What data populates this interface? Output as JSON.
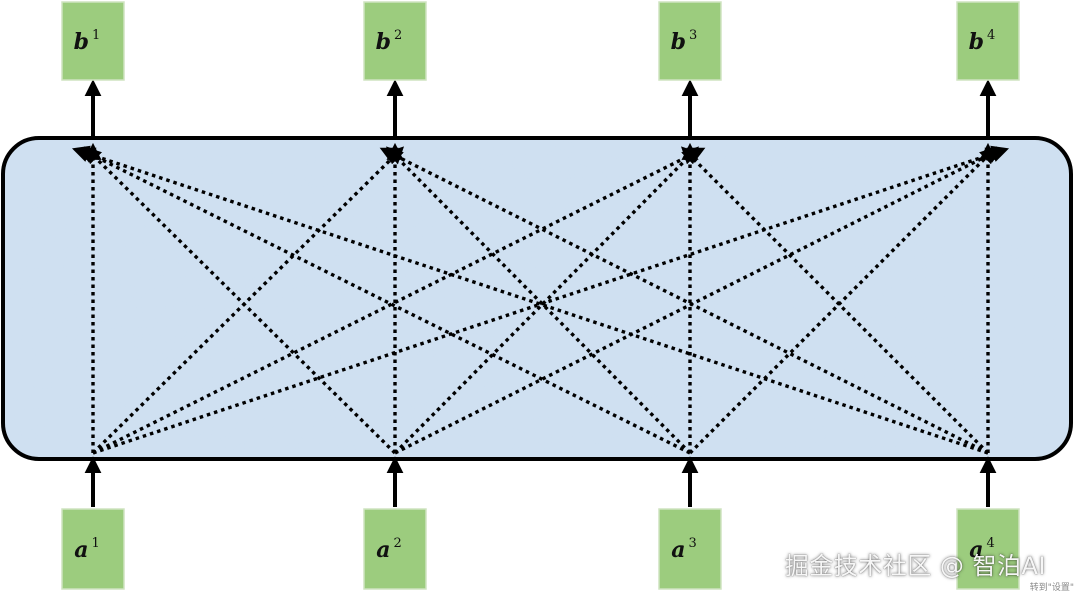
{
  "diagram": {
    "inputs": [
      {
        "base": "a",
        "sup": "1"
      },
      {
        "base": "a",
        "sup": "2"
      },
      {
        "base": "a",
        "sup": "3"
      },
      {
        "base": "a",
        "sup": "4"
      }
    ],
    "outputs": [
      {
        "base": "b",
        "sup": "1"
      },
      {
        "base": "b",
        "sup": "2"
      },
      {
        "base": "b",
        "sup": "3"
      },
      {
        "base": "b",
        "sup": "4"
      }
    ],
    "colors": {
      "node_fill": "#9ccc7e",
      "layer_fill": "#c9dcef",
      "edge": "#000000"
    },
    "connectivity": "all-to-all"
  },
  "watermark": {
    "text": "掘金技术社区 @ 智泊AI",
    "sub": "转到\"设置\""
  }
}
